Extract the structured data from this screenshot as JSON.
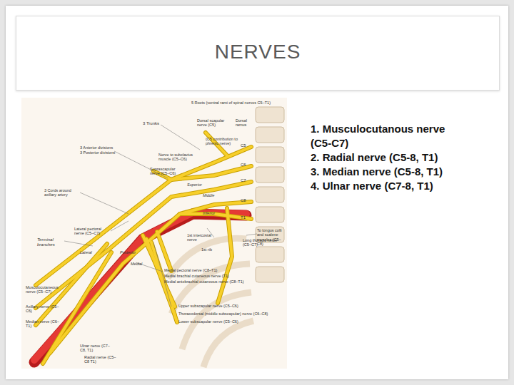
{
  "diagram": {
    "title": "NERVES",
    "labels": [
      "1. Musculocutanous nerve (C5-C7)",
      "2. Radial nerve (C5-8, T1)",
      "3. Median nerve (C5-8, T1)",
      "4. Ulnar nerve (C7-8, T1)",
      "5 Roots (ventral rami of spinal nerves C5–T1)",
      "3 Trunks",
      "Dorsal scapular nerve (C5)",
      "Dorsal ramus",
      "(C5 contribution to phrenic nerve)",
      "C5",
      "C6",
      "C7",
      "C8",
      "T1",
      "3 Anterior divisions",
      "3 Posterior divisions",
      "Nerve to subclavius muscle (C5–C6)",
      "Suprascapular nerve (C5–C6)",
      "Superior",
      "Middle",
      "Inferior",
      "3 Cords around axillary artery",
      "Lateral pectoral nerve (C5–C7)",
      "Terminal branches",
      "Lateral",
      "Posterior",
      "Medial",
      "1st intercostal nerve",
      "1st rib",
      "To longus colli and scalene muscles (C5–C8)",
      "Long thoracic nerve (C5–C7)",
      "Medial pectoral nerve (C8–T1)",
      "Medial brachial cutaneous nerve (T1)",
      "Medial antebrachial cutaneous nerve (C8–T1)",
      "Musculocutaneous nerve (C5–C7)",
      "Axillary nerve (C5–C6)",
      "Median nerve (C6–T1)",
      "Upper subscapular nerve (C5–C6)",
      "Thoracodorsal (middle subscapular) nerve (C6–C8)",
      "Lower subscapular nerve (C5–C6)",
      "Ulnar nerve (C7–C8, T1)",
      "Radial nerve (C5–C8 T1)"
    ]
  }
}
